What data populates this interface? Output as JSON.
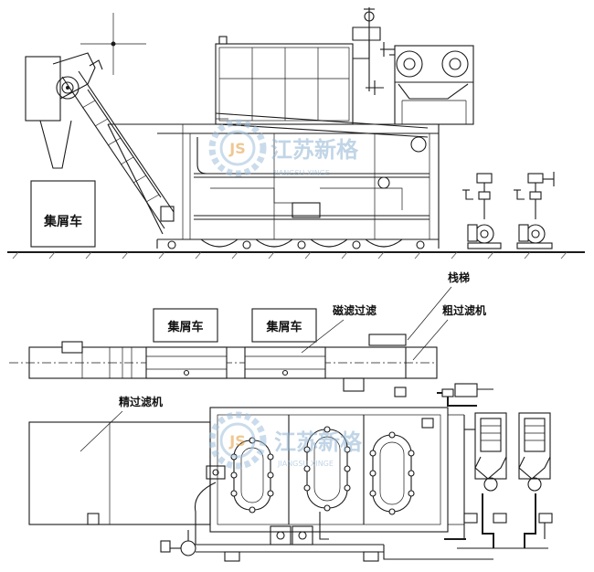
{
  "labels": {
    "chip_cart_side": "集屑车",
    "chip_cart_left": "集屑车",
    "chip_cart_right": "集屑车",
    "magnetic_filter": "磁滤过滤",
    "lift": "栈梯",
    "coarse_filter": "粗过滤机",
    "fine_filter": "精过滤机"
  },
  "watermark": {
    "logo_letters": "JS",
    "company_cn": "江苏新格",
    "company_en": "JIANGSU XINGE"
  },
  "colors": {
    "line": "#1a1a1a",
    "watermark_gear": "#9fc0dc",
    "watermark_text": "#8fb3d3",
    "watermark_logo": "#e39b3c"
  }
}
